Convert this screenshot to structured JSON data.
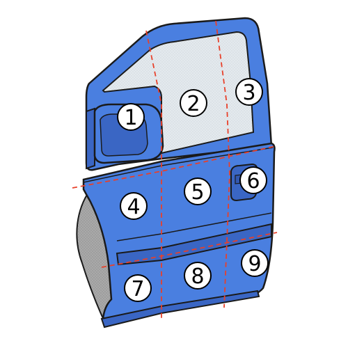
{
  "diagram": {
    "subject": "car-rear-door",
    "colors": {
      "door_body": "#4a7fe0",
      "door_body_dark": "#3a66c4",
      "outline": "#1a1a1a",
      "window_glass": "#e4eaee",
      "inner_panel": "#a9a9a9",
      "zone_divider": "#e8402a",
      "label_circle_fill": "#ffffff"
    },
    "zones": [
      {
        "number": "1"
      },
      {
        "number": "2"
      },
      {
        "number": "3"
      },
      {
        "number": "4"
      },
      {
        "number": "5"
      },
      {
        "number": "6"
      },
      {
        "number": "7"
      },
      {
        "number": "8"
      },
      {
        "number": "9"
      }
    ]
  }
}
